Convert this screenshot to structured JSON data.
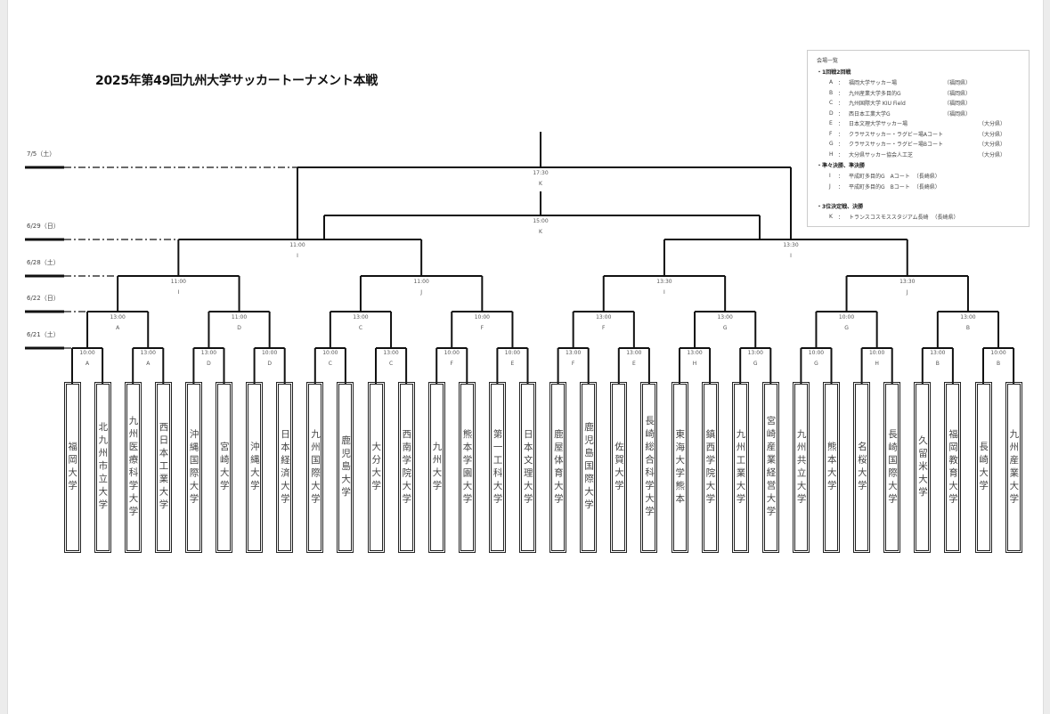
{
  "title": "2025年第49回九州大学サッカートーナメント本戦",
  "dates": [
    "7/5（土）",
    "6/29（日）",
    "6/28（土）",
    "6/22（日）",
    "6/21（土）"
  ],
  "legend": {
    "heading": "会場一覧",
    "sections": [
      {
        "title": "・1回戦2回戦",
        "venues": [
          {
            "code": "A",
            "name": "福岡大学サッカー場",
            "pref": "（福岡県）"
          },
          {
            "code": "B",
            "name": "九州産業大学多目的G",
            "pref": "（福岡県）"
          },
          {
            "code": "C",
            "name": "九州国際大学 KIU Field",
            "pref": "（福岡県）"
          },
          {
            "code": "D",
            "name": "西日本工業大学G",
            "pref": "（福岡県）"
          },
          {
            "code": "E",
            "name": "日本文理大学サッカー場",
            "pref": "（大分県）"
          },
          {
            "code": "F",
            "name": "クラサスサッカー・ラグビー場Aコート",
            "pref": "（大分県）"
          },
          {
            "code": "G",
            "name": "クラサスサッカー・ラグビー場Bコート",
            "pref": "（大分県）"
          },
          {
            "code": "H",
            "name": "大分県サッカー協会人工芝",
            "pref": "（大分県）"
          }
        ]
      },
      {
        "title": "・準々決勝、準決勝",
        "venues": [
          {
            "code": "I",
            "name": "平成町多目的G　Aコート",
            "pref": "（長崎県）"
          },
          {
            "code": "J",
            "name": "平成町多目的G　Bコート",
            "pref": "（長崎県）"
          }
        ]
      },
      {
        "title": "・3位決定戦、決勝",
        "venues": [
          {
            "code": "K",
            "name": "トランスコスモススタジアム長崎",
            "pref": "（長崎県）"
          }
        ]
      }
    ]
  },
  "teams": [
    "福岡大学",
    "北九州市立大学",
    "九州医療科学大学",
    "西日本工業大学",
    "沖縄国際大学",
    "宮崎大学",
    "沖縄大学",
    "日本経済大学",
    "九州国際大学",
    "鹿児島大学",
    "大分大学",
    "西南学院大学",
    "九州大学",
    "熊本学園大学",
    "第一工科大学",
    "日本文理大学",
    "鹿屋体育大学",
    "鹿児島国際大学",
    "佐賀大学",
    "長崎総合科学大学",
    "東海大学熊本",
    "鎮西学院大学",
    "九州工業大学",
    "宮崎産業経営大学",
    "九州共立大学",
    "熊本大学",
    "名桜大学",
    "長崎国際大学",
    "久留米大学",
    "福岡教育大学",
    "長崎大学",
    "九州産業大学"
  ],
  "rounds": {
    "round1": [
      {
        "time": "10:00",
        "venue": "A"
      },
      {
        "time": "13:00",
        "venue": "A"
      },
      {
        "time": "13:00",
        "venue": "D"
      },
      {
        "time": "10:00",
        "venue": "D"
      },
      {
        "time": "10:00",
        "venue": "C"
      },
      {
        "time": "13:00",
        "venue": "C"
      },
      {
        "time": "10:00",
        "venue": "F"
      },
      {
        "time": "10:00",
        "venue": "E"
      },
      {
        "time": "13:00",
        "venue": "F"
      },
      {
        "time": "13:00",
        "venue": "E"
      },
      {
        "time": "13:00",
        "venue": "H"
      },
      {
        "time": "13:00",
        "venue": "G"
      },
      {
        "time": "10:00",
        "venue": "G"
      },
      {
        "time": "10:00",
        "venue": "H"
      },
      {
        "time": "13:00",
        "venue": "B"
      },
      {
        "time": "10:00",
        "venue": "B"
      }
    ],
    "round2": [
      {
        "time": "13:00",
        "venue": "A"
      },
      {
        "time": "11:00",
        "venue": "D"
      },
      {
        "time": "13:00",
        "venue": "C"
      },
      {
        "time": "10:00",
        "venue": "F"
      },
      {
        "time": "13:00",
        "venue": "F"
      },
      {
        "time": "13:00",
        "venue": "G"
      },
      {
        "time": "10:00",
        "venue": "G"
      },
      {
        "time": "13:00",
        "venue": "B"
      }
    ],
    "quarterfinal": [
      {
        "time": "11:00",
        "venue": "I"
      },
      {
        "time": "11:00",
        "venue": "J"
      },
      {
        "time": "13:30",
        "venue": "I"
      },
      {
        "time": "13:30",
        "venue": "J"
      }
    ],
    "semifinal": [
      {
        "time": "11:00",
        "venue": "I"
      },
      {
        "time": "13:30",
        "venue": "I"
      }
    ],
    "third_place": {
      "time": "15:00",
      "venue": "K"
    },
    "final": {
      "time": "17:30",
      "venue": "K"
    }
  }
}
